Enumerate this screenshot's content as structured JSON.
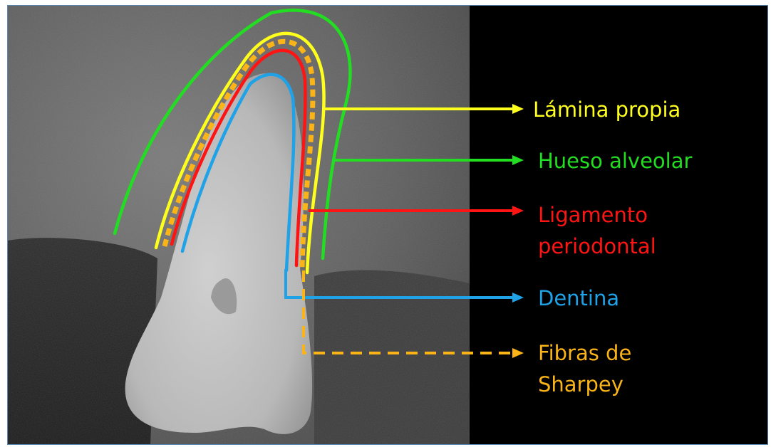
{
  "labels": {
    "lamina": {
      "text": "Lámina propia",
      "color": "#ffff1e"
    },
    "hueso": {
      "text": "Hueso alveolar",
      "color": "#22dd22"
    },
    "ligamento": {
      "lines": [
        "Ligamento",
        "periodontal"
      ],
      "color": "#ff1414"
    },
    "dentina": {
      "text": "Dentina",
      "color": "#1fa2e8"
    },
    "fibras": {
      "lines": [
        "Fibras de",
        "Sharpey"
      ],
      "color": "#fbb417"
    }
  }
}
